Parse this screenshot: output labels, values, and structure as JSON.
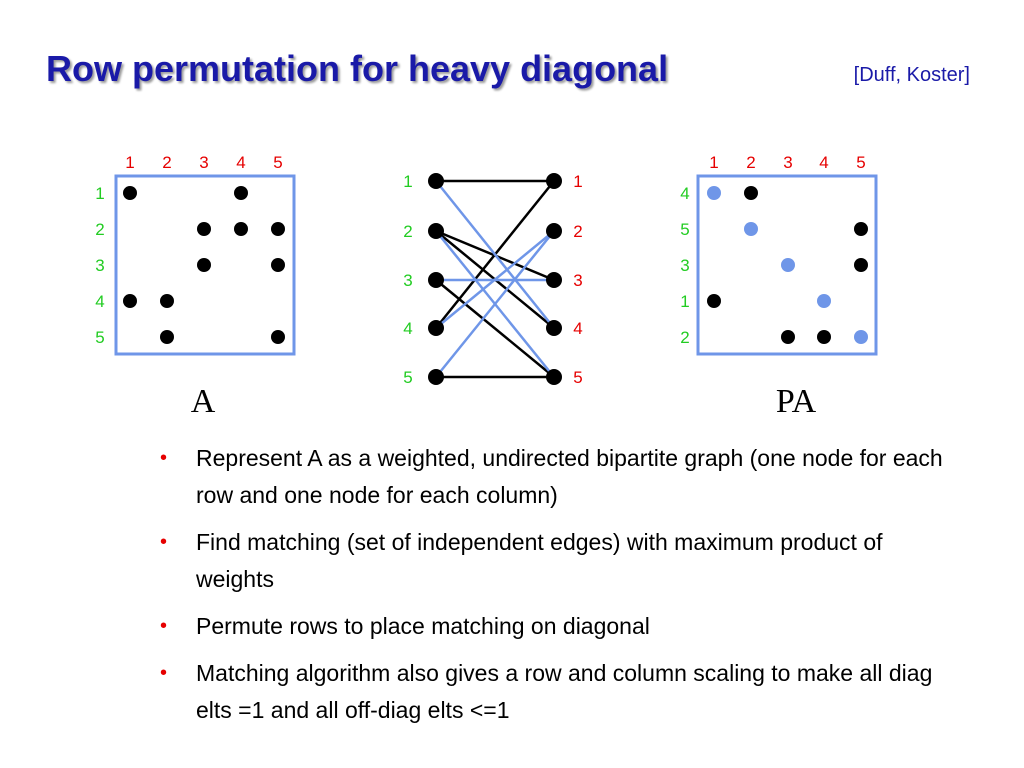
{
  "title": "Row permutation for heavy diagonal",
  "citation": "[Duff, Koster]",
  "colors": {
    "title": "#1a1aa8",
    "column_label": "#e60000",
    "row_label": "#22cc22",
    "matrix_border": "#6f96e8",
    "matched": "#6f96e8",
    "unmatched": "#000000"
  },
  "matrix_A": {
    "caption": "A",
    "column_labels": [
      "1",
      "2",
      "3",
      "4",
      "5"
    ],
    "row_labels": [
      "1",
      "2",
      "3",
      "4",
      "5"
    ],
    "nonzeros": [
      [
        1,
        1
      ],
      [
        1,
        4
      ],
      [
        2,
        3
      ],
      [
        2,
        4
      ],
      [
        2,
        5
      ],
      [
        3,
        3
      ],
      [
        3,
        5
      ],
      [
        4,
        1
      ],
      [
        4,
        2
      ],
      [
        5,
        2
      ],
      [
        5,
        5
      ]
    ]
  },
  "matrix_PA": {
    "caption": "PA",
    "column_labels": [
      "1",
      "2",
      "3",
      "4",
      "5"
    ],
    "row_labels": [
      "4",
      "5",
      "3",
      "1",
      "2"
    ],
    "nonzeros": [
      [
        1,
        1,
        "matched"
      ],
      [
        1,
        2,
        "unmatched"
      ],
      [
        2,
        2,
        "matched"
      ],
      [
        2,
        5,
        "unmatched"
      ],
      [
        3,
        3,
        "matched"
      ],
      [
        3,
        5,
        "unmatched"
      ],
      [
        4,
        1,
        "unmatched"
      ],
      [
        4,
        4,
        "matched"
      ],
      [
        5,
        3,
        "unmatched"
      ],
      [
        5,
        4,
        "unmatched"
      ],
      [
        5,
        5,
        "matched"
      ]
    ]
  },
  "bipartite_graph": {
    "left_labels": [
      "1",
      "2",
      "3",
      "4",
      "5"
    ],
    "right_labels": [
      "1",
      "2",
      "3",
      "4",
      "5"
    ],
    "edges": [
      [
        1,
        1,
        "unmatched"
      ],
      [
        1,
        4,
        "matched"
      ],
      [
        2,
        3,
        "unmatched"
      ],
      [
        2,
        4,
        "unmatched"
      ],
      [
        2,
        5,
        "matched"
      ],
      [
        3,
        3,
        "matched"
      ],
      [
        3,
        5,
        "unmatched"
      ],
      [
        4,
        1,
        "unmatched"
      ],
      [
        4,
        2,
        "matched"
      ],
      [
        5,
        2,
        "matched"
      ],
      [
        5,
        5,
        "unmatched"
      ]
    ]
  },
  "bullets": [
    "Represent A as a weighted, undirected bipartite graph (one node for each row and one node for each column)",
    "Find matching (set of independent edges) with maximum product of weights",
    "Permute rows to place matching on diagonal",
    "Matching algorithm also gives a row and column scaling to make all diag elts =1 and all off-diag elts <=1"
  ]
}
